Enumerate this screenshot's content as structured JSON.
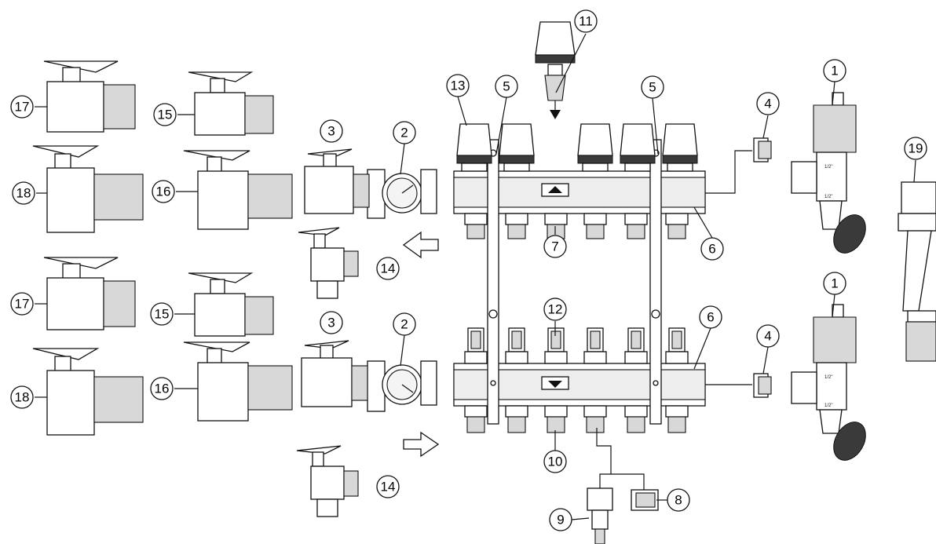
{
  "figure": {
    "callouts": [
      {
        "label": "1"
      },
      {
        "label": "1"
      },
      {
        "label": "2"
      },
      {
        "label": "2"
      },
      {
        "label": "3"
      },
      {
        "label": "3"
      },
      {
        "label": "4"
      },
      {
        "label": "4"
      },
      {
        "label": "5"
      },
      {
        "label": "5"
      },
      {
        "label": "6"
      },
      {
        "label": "6"
      },
      {
        "label": "7"
      },
      {
        "label": "8"
      },
      {
        "label": "9"
      },
      {
        "label": "10"
      },
      {
        "label": "11"
      },
      {
        "label": "12"
      },
      {
        "label": "13"
      },
      {
        "label": "14"
      },
      {
        "label": "14"
      },
      {
        "label": "15"
      },
      {
        "label": "15"
      },
      {
        "label": "16"
      },
      {
        "label": "16"
      },
      {
        "label": "17"
      },
      {
        "label": "17"
      },
      {
        "label": "18"
      },
      {
        "label": "18"
      },
      {
        "label": "19"
      }
    ],
    "thread_marks": {
      "half_inch": "1/2\""
    },
    "colors": {
      "line": "#111111",
      "fill": "#ffffff",
      "metal": "#d8d8d8",
      "dark": "#3a3a3a"
    }
  }
}
